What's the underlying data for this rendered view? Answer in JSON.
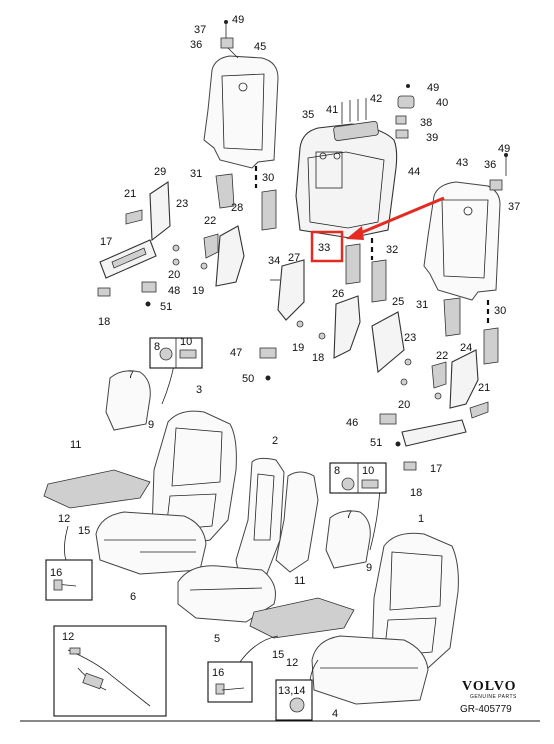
{
  "diagram": {
    "highlighted_part": "33",
    "brand": {
      "name": "VOLVO",
      "subtitle": "GENUINE PARTS"
    },
    "reference": "GR-405779",
    "accent_color": "#e32b22",
    "labels": {
      "p49a": "49",
      "p37a": "37",
      "p36a": "36",
      "p45": "45",
      "p49b": "49",
      "p42": "42",
      "p40": "40",
      "p41": "41",
      "p35": "35",
      "p38": "38",
      "p39": "39",
      "p44": "44",
      "p43": "43",
      "p36b": "36",
      "p49c": "49",
      "p37b": "37",
      "p29": "29",
      "p31a": "31",
      "p30a": "30",
      "p21a": "21",
      "p23a": "23",
      "p28": "28",
      "p22a": "22",
      "p17a": "17",
      "p20a": "20",
      "p48": "48",
      "p51a": "51",
      "p18a": "18",
      "p19a": "19",
      "p33": "33",
      "p32": "32",
      "p34": "34",
      "p27": "27",
      "p26": "26",
      "p25": "25",
      "p31b": "31",
      "p30b": "30",
      "p23b": "23",
      "p19b": "19",
      "p18b": "18",
      "p24": "24",
      "p22b": "22",
      "p21b": "21",
      "p8a": "8",
      "p10a": "10",
      "p47": "47",
      "p50": "50",
      "p7a": "7",
      "p3": "3",
      "p9a": "9",
      "p46": "46",
      "p20b": "20",
      "p51b": "51",
      "p11a": "11",
      "p2": "2",
      "p17b": "17",
      "p8b": "8",
      "p10b": "10",
      "p18c": "18",
      "p12a": "12",
      "p15a": "15",
      "p7b": "7",
      "p1": "1",
      "p16a": "16",
      "p6": "6",
      "p9b": "9",
      "p11b": "11",
      "p5": "5",
      "p12b": "12",
      "p15b": "15",
      "p16b": "16",
      "p1314": "13,14",
      "p4": "4",
      "p12c": "12"
    }
  }
}
